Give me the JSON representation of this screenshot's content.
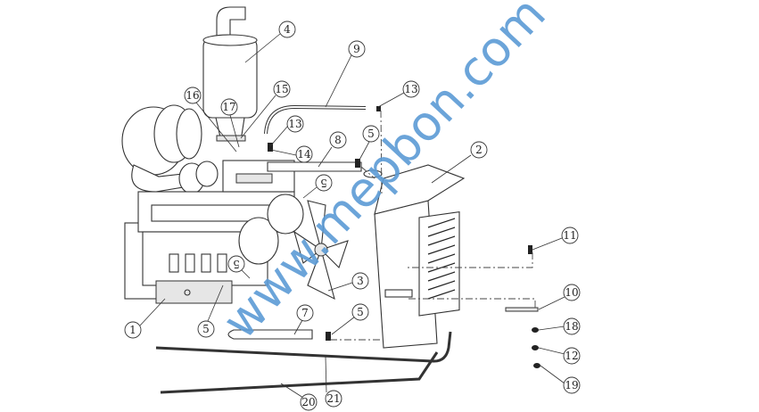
{
  "diagram": {
    "callouts": {
      "c1": "1",
      "c2": "2",
      "c3": "3",
      "c4": "4",
      "c5a": "5",
      "c5b": "5",
      "c5c": "5",
      "c5d": "5",
      "c5e": "5",
      "c7": "7",
      "c8": "8",
      "c9": "9",
      "c10": "10",
      "c11": "11",
      "c12": "12",
      "c13a": "13",
      "c13b": "13",
      "c14": "14",
      "c15": "15",
      "c16": "16",
      "c17": "17",
      "c18": "18",
      "c19": "19",
      "c20": "20",
      "c21": "21"
    },
    "watermark": "www.mepbon.com"
  }
}
